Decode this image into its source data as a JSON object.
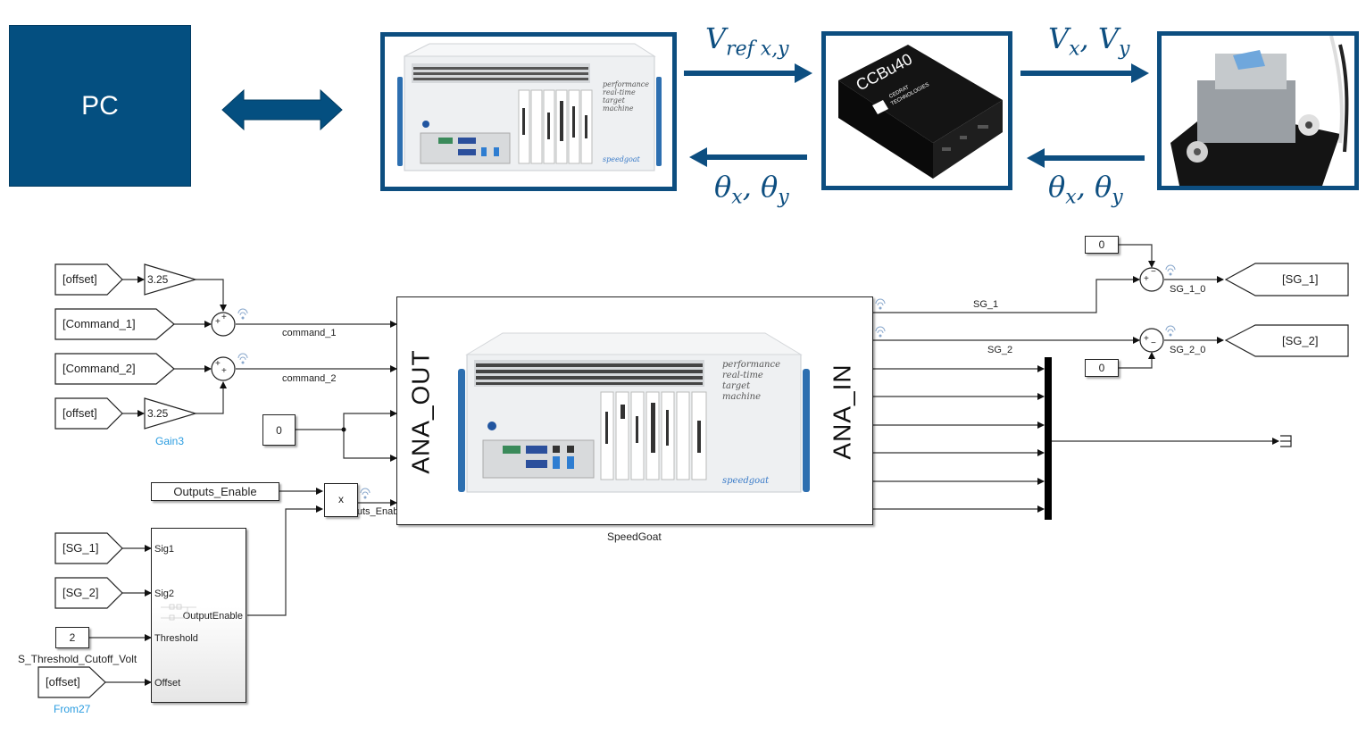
{
  "top_diagram": {
    "pc_label": "PC",
    "link_pc_target": "bidirectional-arrow",
    "target_machine": {
      "brand": "speedgoat",
      "tagline": [
        "performance",
        "real-time",
        "target",
        "machine"
      ]
    },
    "controller": {
      "model": "CCBu40",
      "brand_lines": [
        "CEDRAT",
        "TECHNOLOGIES"
      ]
    },
    "device": "piezo-tip-tilt-mirror",
    "signals": {
      "vref_main": "V",
      "vref_sub": "ref x,y",
      "theta_1": "θ",
      "theta_1_sub": "x",
      "theta_sep": ", ",
      "theta_2": "θ",
      "theta_2_sub": "y",
      "vx": "V",
      "vx_sub": "x",
      "vy": "V",
      "vy_sub": "y"
    },
    "colors": {
      "primary": "#044f80",
      "frame": "#0d4e80"
    }
  },
  "simulink": {
    "from_tags": {
      "offset_1": "[offset]",
      "command_1": "[Command_1]",
      "command_2": "[Command_2]",
      "offset_2": "[offset]",
      "sg1_in": "[SG_1]",
      "sg2_in": "[SG_2]",
      "offset_3": "[offset]",
      "offset_3_name": "From27"
    },
    "goto_tags": {
      "sg1": "[SG_1]",
      "sg2": "[SG_2]"
    },
    "gains": {
      "gain_1": "3.25",
      "gain_2": "3.25",
      "gain_2_name": "Gain3"
    },
    "signals": {
      "command_1": "command_1",
      "command_2": "command_2",
      "outputs_enable": "Outputs_Enable",
      "sg_1": "SG_1",
      "sg_2": "SG_2",
      "sg_1_0": "SG_1_0",
      "sg_2_0": "SG_2_0"
    },
    "constants": {
      "zero_out": "0",
      "zero_sg1": "0",
      "zero_sg2": "0",
      "threshold": "2",
      "threshold_name": "S_Threshold_Cutoff_Volt"
    },
    "data_store": {
      "outputs_enable": "Outputs_Enable"
    },
    "product": {
      "symbol": "x"
    },
    "sum_signs": {
      "sum1": [
        "+",
        "+"
      ],
      "sum2": [
        "+",
        "+"
      ],
      "sum_sg1": [
        "+",
        "−"
      ],
      "sum_sg2": [
        "+",
        "−"
      ]
    },
    "subsystem": {
      "ports_in": [
        "Sig1",
        "Sig2",
        "Threshold",
        "Offset"
      ],
      "port_out": "OutputEnable"
    },
    "speedgoat": {
      "name": "SpeedGoat",
      "left_label": "ANA_OUT",
      "right_label": "ANA_IN",
      "brand": "speedgoat",
      "tagline": [
        "performance",
        "real-time",
        "target",
        "machine"
      ]
    }
  }
}
